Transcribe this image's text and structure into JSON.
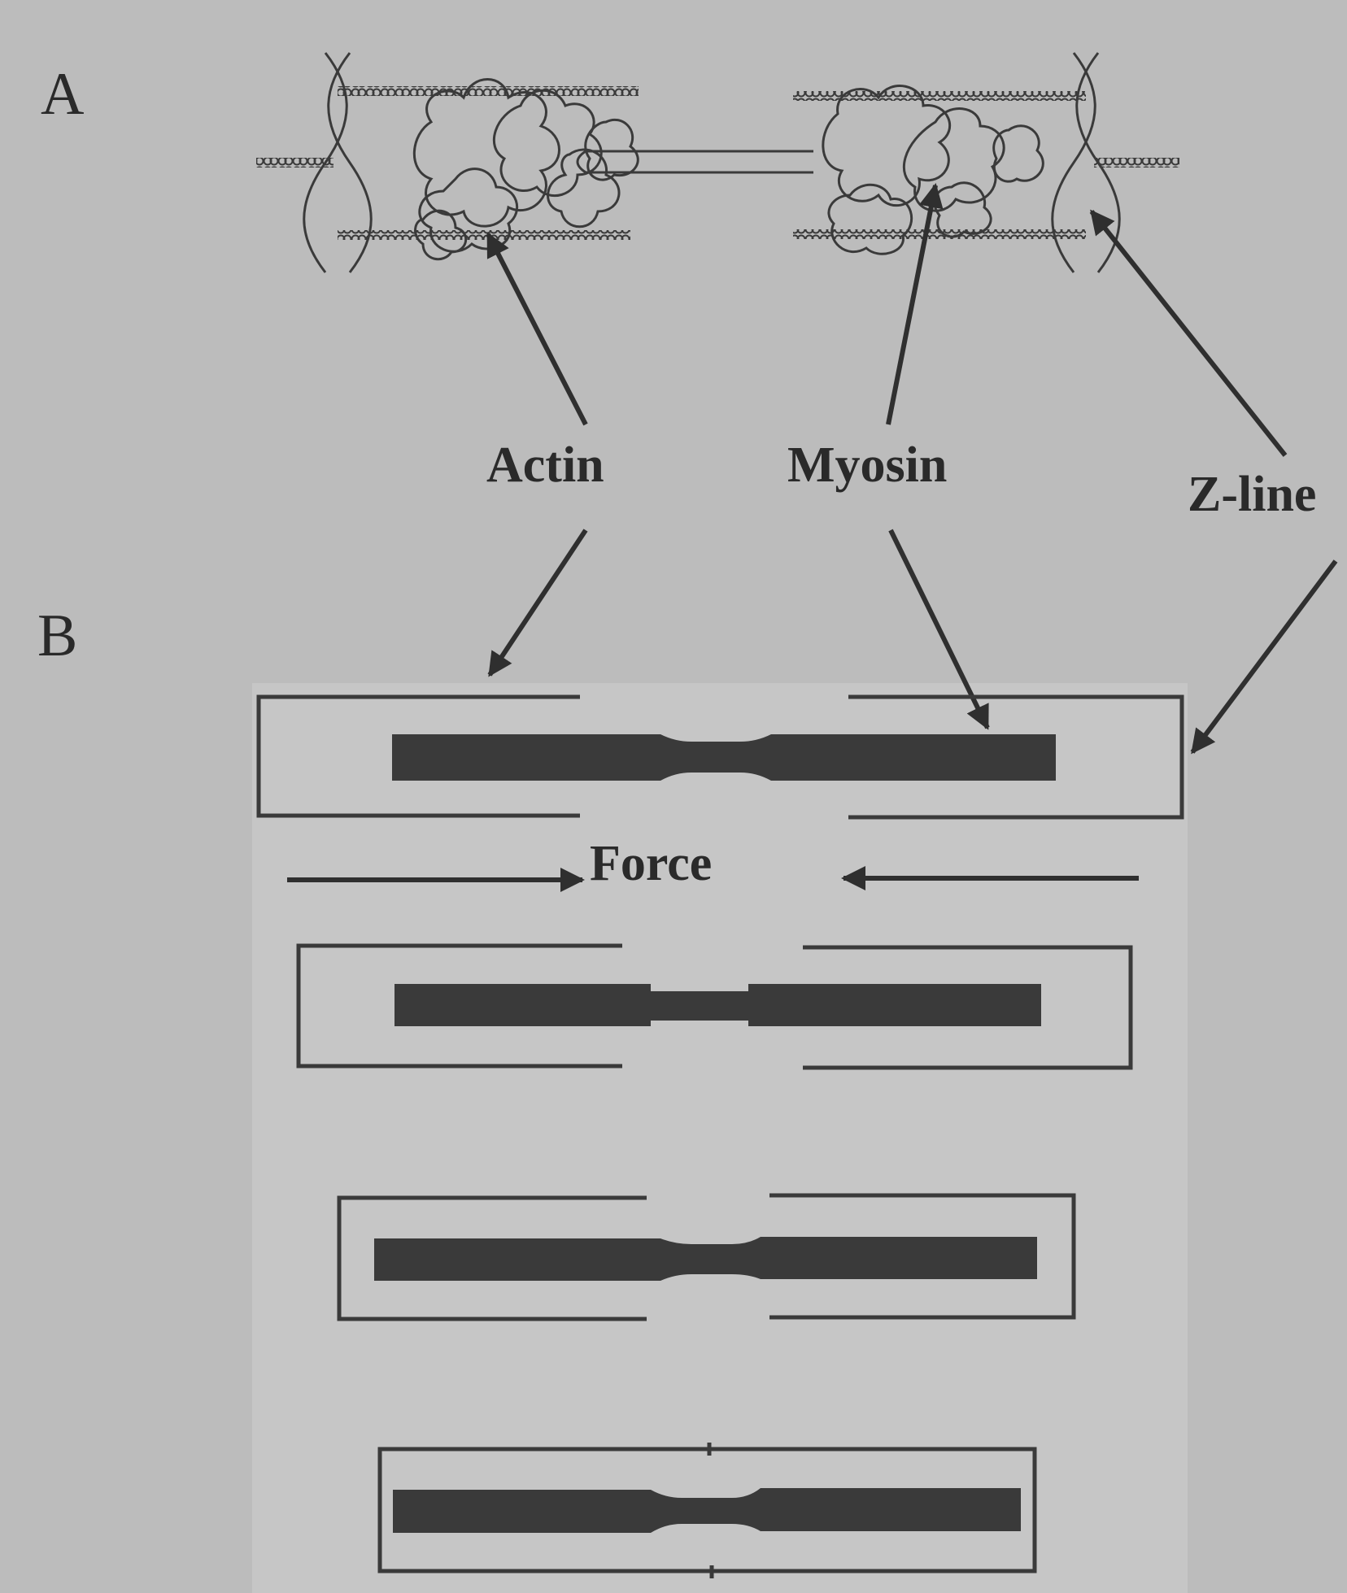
{
  "panels": {
    "a": {
      "label": "A"
    },
    "b": {
      "label": "B"
    }
  },
  "labels": {
    "actin": "Actin",
    "myosin": "Myosin",
    "zline": "Z-line",
    "force": "Force"
  },
  "colors": {
    "background": "#bcbcbc",
    "panel_b_background": "#c6c6c6",
    "ink": "#2f2f2f",
    "filament": "#3a3a3a"
  },
  "sarcomere_states": 4
}
